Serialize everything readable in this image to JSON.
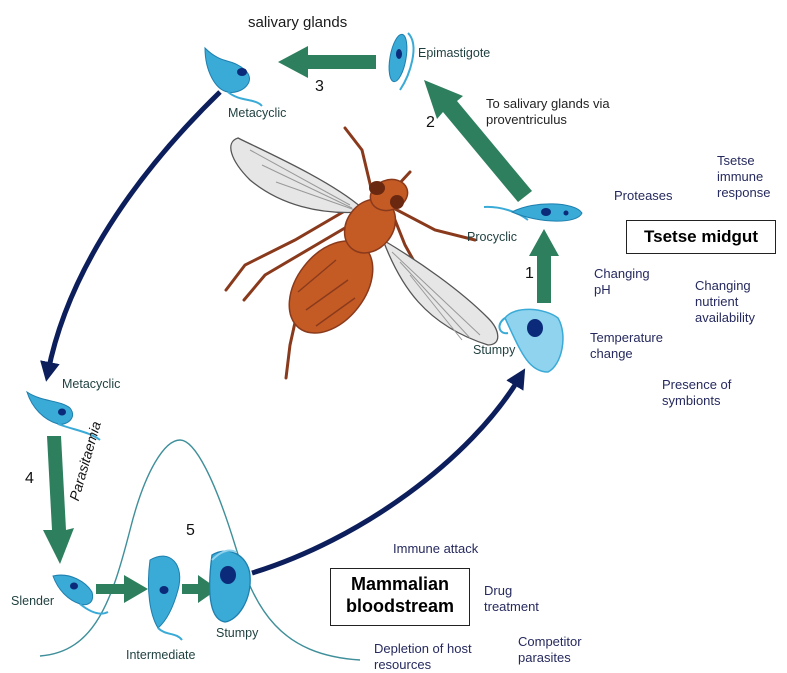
{
  "labels": {
    "salivary_glands": "salivary glands",
    "epimastigote": "Epimastigote",
    "metacyclic_top": "Metacyclic",
    "metacyclic_left": "Metacyclic",
    "to_salivary_glands": "To salivary glands via proventriculus",
    "procyclic": "Procyclic",
    "stumpy_right": "Stumpy",
    "slender": "Slender",
    "intermediate": "Intermediate",
    "stumpy_bottom": "Stumpy",
    "parasitaemia": "Parasitaemia"
  },
  "step_numbers": {
    "n1": "1",
    "n2": "2",
    "n3": "3",
    "n4": "4",
    "n5": "5"
  },
  "boxes": {
    "tsetse_midgut": "Tsetse midgut",
    "mammalian_bloodstream_line1": "Mammalian",
    "mammalian_bloodstream_line2": "bloodstream"
  },
  "tsetse_factors": {
    "proteases": "Proteases",
    "immune_response": "Tsetse immune response",
    "changing_ph": "Changing pH",
    "changing_nutrient": "Changing nutrient availability",
    "temperature_change": "Temperature change",
    "symbionts": "Presence of symbionts"
  },
  "bloodstream_factors": {
    "immune_attack": "Immune attack",
    "drug_treatment": "Drug treatment",
    "depletion": "Depletion of host resources",
    "competitor": "Competitor parasites"
  },
  "colors": {
    "green_arrow": "#2e7f5e",
    "navy_arrow": "#0c1f5c",
    "parasite": "#3aaad6",
    "parasite_light": "#8fd3ee",
    "nucleus": "#0b2a7a",
    "fly_body": "#c45a24",
    "wing": "#e6e6e6"
  }
}
